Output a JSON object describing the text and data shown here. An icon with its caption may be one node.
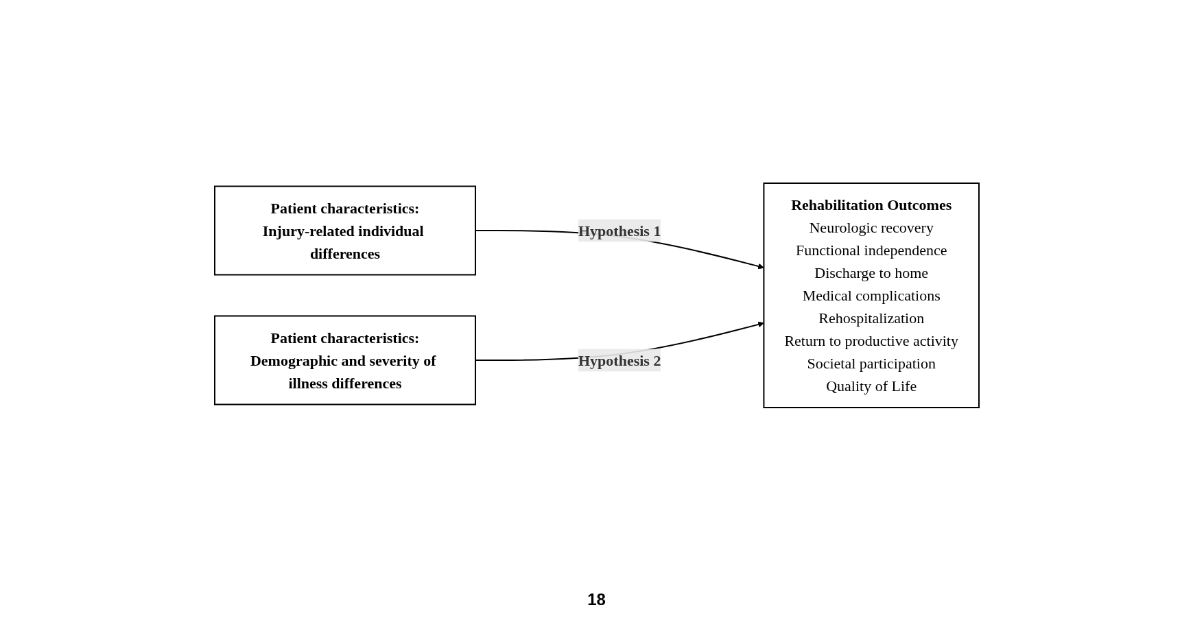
{
  "diagram": {
    "nodes": [
      {
        "text": [
          "Patient characteristics:",
          "Injury-related individual differences"
        ]
      },
      {
        "text": [
          "Patient characteristics:",
          "Demographic and severity of illness differences"
        ]
      },
      {
        "text": [
          "Rehabilitation Outcomes",
          "Neurologic recovery",
          "Functional independence",
          "Discharge to home",
          "Medical complications",
          "Rehospitalization",
          "Return to productive activity",
          "Societal participation",
          "Quality of Life"
        ]
      }
    ],
    "edges": [
      {
        "from": 0,
        "to": 2,
        "arrow": "to",
        "label": "Hypothesis 1"
      },
      {
        "from": 1,
        "to": 2,
        "arrow": "to",
        "label": "Hypothesis 2"
      }
    ],
    "labels": [
      "18"
    ]
  }
}
